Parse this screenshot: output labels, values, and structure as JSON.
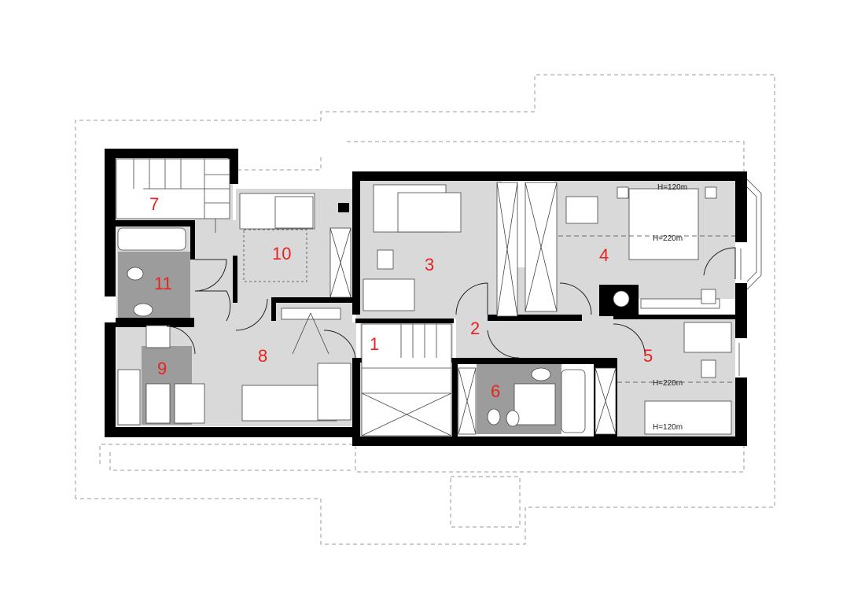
{
  "plan": {
    "rooms": [
      {
        "id": "room-1",
        "number": "1"
      },
      {
        "id": "room-2",
        "number": "2"
      },
      {
        "id": "room-3",
        "number": "3"
      },
      {
        "id": "room-4",
        "number": "4"
      },
      {
        "id": "room-5",
        "number": "5"
      },
      {
        "id": "room-6",
        "number": "6"
      },
      {
        "id": "room-7",
        "number": "7"
      },
      {
        "id": "room-8",
        "number": "8"
      },
      {
        "id": "room-9",
        "number": "9"
      },
      {
        "id": "room-10",
        "number": "10"
      },
      {
        "id": "room-11",
        "number": "11"
      }
    ],
    "height_labels": {
      "room4_low": "H=120m",
      "room4_high": "H=220m",
      "room5_high": "H=220m",
      "room5_low": "H=120m"
    },
    "colors": {
      "wall": "#000000",
      "floor": "#d9d9d9",
      "wet_floor": "#9c9c9c",
      "room_number": "#e8231f",
      "roof_outline": "#9a9a9a"
    }
  }
}
